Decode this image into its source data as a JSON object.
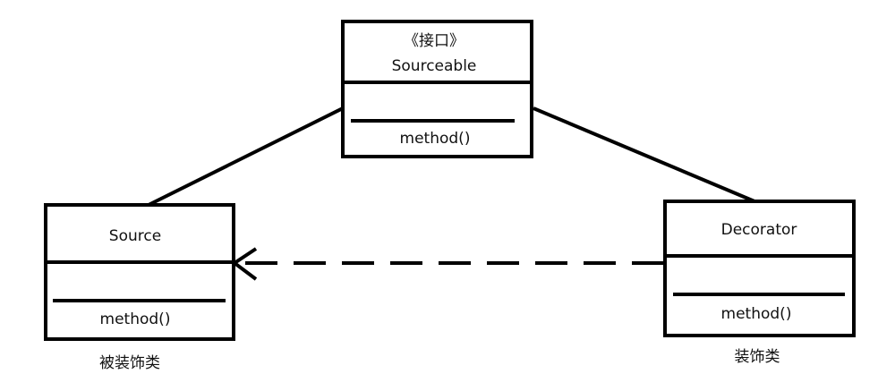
{
  "colors": {
    "ink": "#000000",
    "background": "#ffffff"
  },
  "interface_box": {
    "stereotype": "《接口》",
    "name": "Sourceable",
    "method": "method()"
  },
  "source_box": {
    "name": "Source",
    "method": "method()",
    "caption": "被装饰类"
  },
  "decorator_box": {
    "name": "Decorator",
    "method": "method()",
    "caption": "装饰类"
  },
  "relations": [
    {
      "from": "source",
      "to": "interface",
      "style": "solid"
    },
    {
      "from": "decorator",
      "to": "interface",
      "style": "solid"
    },
    {
      "from": "decorator",
      "to": "source",
      "style": "dashed-arrow"
    }
  ]
}
